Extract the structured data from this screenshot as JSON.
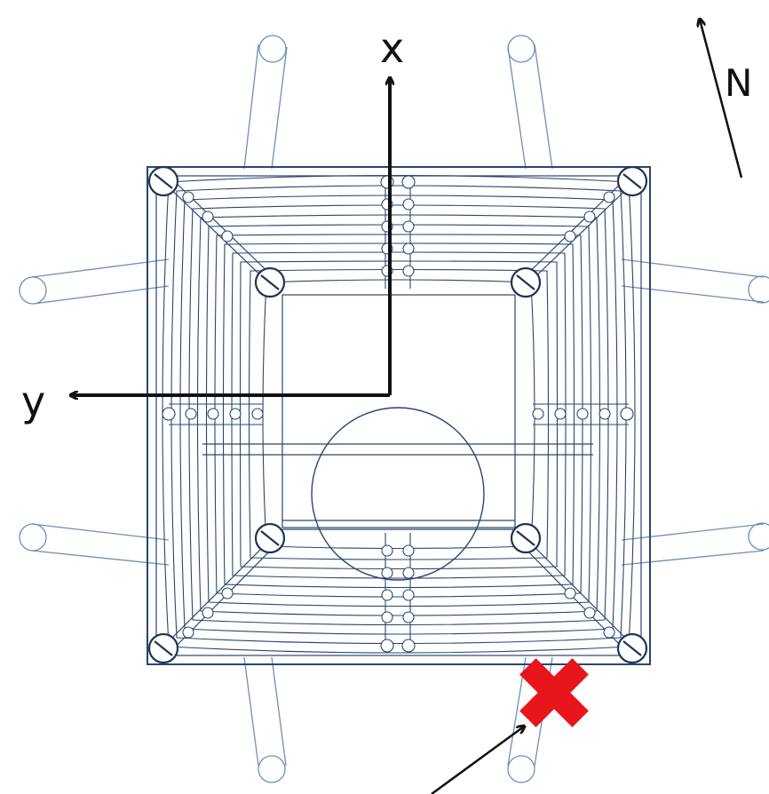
{
  "labels": {
    "x_axis": "x",
    "y_axis": "y",
    "north": "N"
  },
  "colors": {
    "structure": "#27476e",
    "structure_light": "#6f8fb5",
    "axis": "#111111",
    "marker": "#e8151b",
    "background": "#ffffff"
  },
  "icons": {
    "north_arrow": "north-arrow-icon",
    "marker": "red-x-marker-icon"
  }
}
